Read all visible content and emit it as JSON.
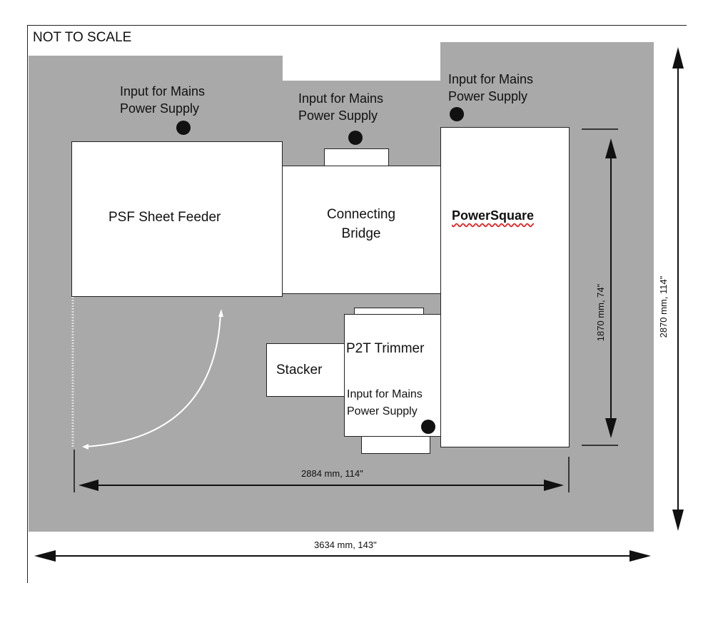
{
  "note": "NOT TO SCALE",
  "equipment": {
    "sheet_feeder": "PSF Sheet Feeder",
    "bridge": "Connecting\nBridge",
    "powersquare": "PowerSquare",
    "trimmer": "P2T Trimmer",
    "stacker": "Stacker"
  },
  "power_label": "Input for Mains\nPower Supply",
  "dimensions": {
    "total_width": "3634 mm, 143\"",
    "line_length": "2884 mm, 114\"",
    "powersquare_length": "1870 mm, 74\"",
    "total_depth": "2870 mm, 114\""
  },
  "colors": {
    "floor": "#a9a9a9",
    "equipment": "#ffffff",
    "line": "#111111"
  }
}
